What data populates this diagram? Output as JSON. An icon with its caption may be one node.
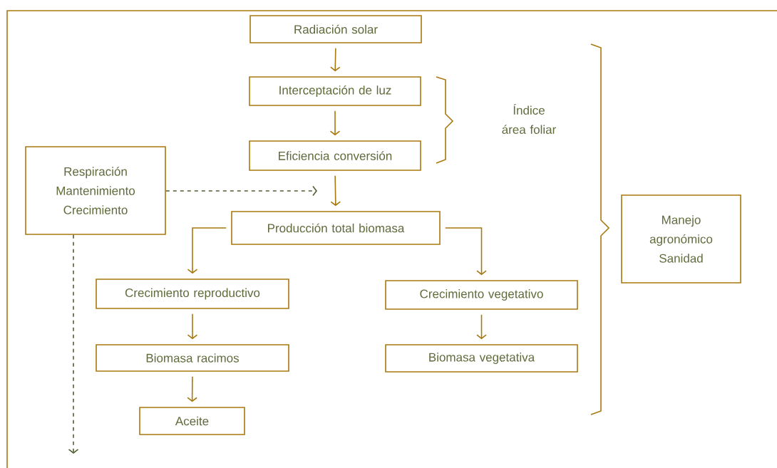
{
  "diagram": {
    "nodes": [
      {
        "text": [
          "Radiación solar"
        ]
      },
      {
        "text": [
          "Interceptación de luz"
        ]
      },
      {
        "text": [
          "Eficiencia conversión"
        ]
      },
      {
        "text": [
          "Respiración Mantenimiento Crecimiento"
        ]
      },
      {
        "text": [
          "Producción total biomasa"
        ]
      },
      {
        "text": [
          "Crecimiento reproductivo"
        ]
      },
      {
        "text": [
          "Crecimiento vegetativo"
        ]
      },
      {
        "text": [
          "Biomasa racimos"
        ]
      },
      {
        "text": [
          "Biomasa vegetativa"
        ]
      },
      {
        "text": [
          "Aceite"
        ]
      },
      {
        "text": [
          "Manejo agronómico Sanidad"
        ]
      }
    ],
    "edges": [
      {
        "from": 0,
        "to": 1,
        "arrow": "to"
      },
      {
        "from": 1,
        "to": 2,
        "arrow": "to"
      },
      {
        "from": 2,
        "to": 4,
        "arrow": "to"
      },
      {
        "from": 3,
        "to": null,
        "arrow": "to",
        "style": "dashed",
        "color": "#4f5f2f"
      },
      {
        "from": 4,
        "to": 5,
        "arrow": "to"
      },
      {
        "from": 4,
        "to": 6,
        "arrow": "to"
      },
      {
        "from": 5,
        "to": 7,
        "arrow": "to"
      },
      {
        "from": 7,
        "to": 9,
        "arrow": "to"
      },
      {
        "from": 6,
        "to": 8,
        "arrow": "to"
      },
      {
        "from": 3,
        "to": null,
        "arrow": "to",
        "style": "dashed",
        "color": "#4f5f2f"
      }
    ],
    "labels": [
      "Índice área foliar"
    ]
  }
}
